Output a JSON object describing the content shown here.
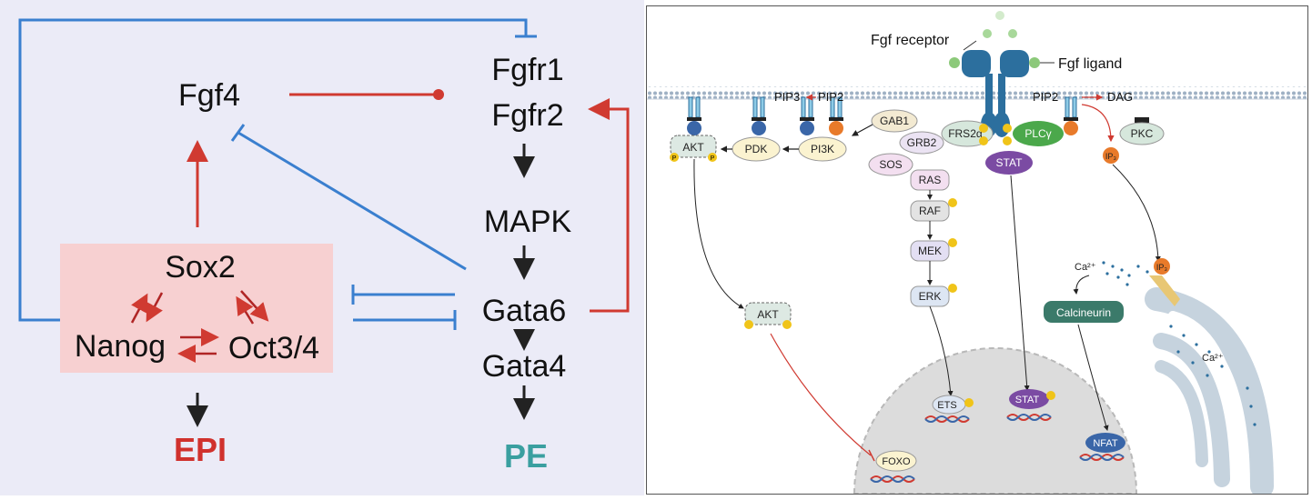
{
  "left_panel": {
    "nodes": {
      "fgf4": "Fgf4",
      "fgfr1": "Fgfr1",
      "fgfr2": "Fgfr2",
      "mapk": "MAPK",
      "sox2": "Sox2",
      "nanog": "Nanog",
      "oct34": "Oct3/4",
      "gata6": "Gata6",
      "gata4": "Gata4",
      "epi": "EPI",
      "pe": "PE"
    },
    "colors": {
      "activation": "#d03a31",
      "inhibition": "#3a7fcf",
      "flow": "#222222",
      "epi": "#d0312d",
      "pe": "#3a9fa0",
      "box": "#f7d0d1"
    }
  },
  "right_panel": {
    "labels": {
      "fgf_receptor": "Fgf receptor",
      "fgf_ligand": "Fgf ligand",
      "pip3": "PIP3",
      "pip2_a": "PIP2",
      "pip2_b": "PIP2",
      "dag": "DAG",
      "akt_membrane": "AKT",
      "pdk": "PDK",
      "pi3k": "PI3K",
      "gab1": "GAB1",
      "grb2": "GRB2",
      "frs2a": "FRS2α",
      "plcg": "PLCγ",
      "pkc": "PKC",
      "ip3_cyto": "IP₃",
      "sos": "SOS",
      "ras": "RAS",
      "raf": "RAF",
      "mek": "MEK",
      "erk": "ERK",
      "stat_membrane": "STAT",
      "akt_cyto": "AKT",
      "ca2_a": "Ca²⁺",
      "ca2_b": "Ca²⁺",
      "ip3_er": "IP₃",
      "calcineurin": "Calcineurin",
      "ets": "ETS",
      "stat_nucleus": "STAT",
      "nfat": "NFAT",
      "foxo": "FOXO",
      "p": "P"
    },
    "colors": {
      "membrane": "#9fb1c4",
      "receptor": "#2c6f9e",
      "ligand": "#8cc97a",
      "akt": "#dde9e3",
      "pdk": "#fbf3d0",
      "gab1": "#f3ead2",
      "grb2": "#ebe3f3",
      "sos": "#f3dff0",
      "mek": "#e3dff3",
      "frs2a": "#d6e7dc",
      "plcg": "#4ba84b",
      "stat": "#7b4ba3",
      "pkc": "#d6e7dc",
      "ip3": "#e87a2a",
      "calcineurin": "#3b7a6a",
      "nfat": "#3a66a8",
      "nucleus": "#dcdcdc",
      "phospho": "#f0c419",
      "er": "#c6d3de",
      "inhibit_line": "#d03a31"
    }
  }
}
